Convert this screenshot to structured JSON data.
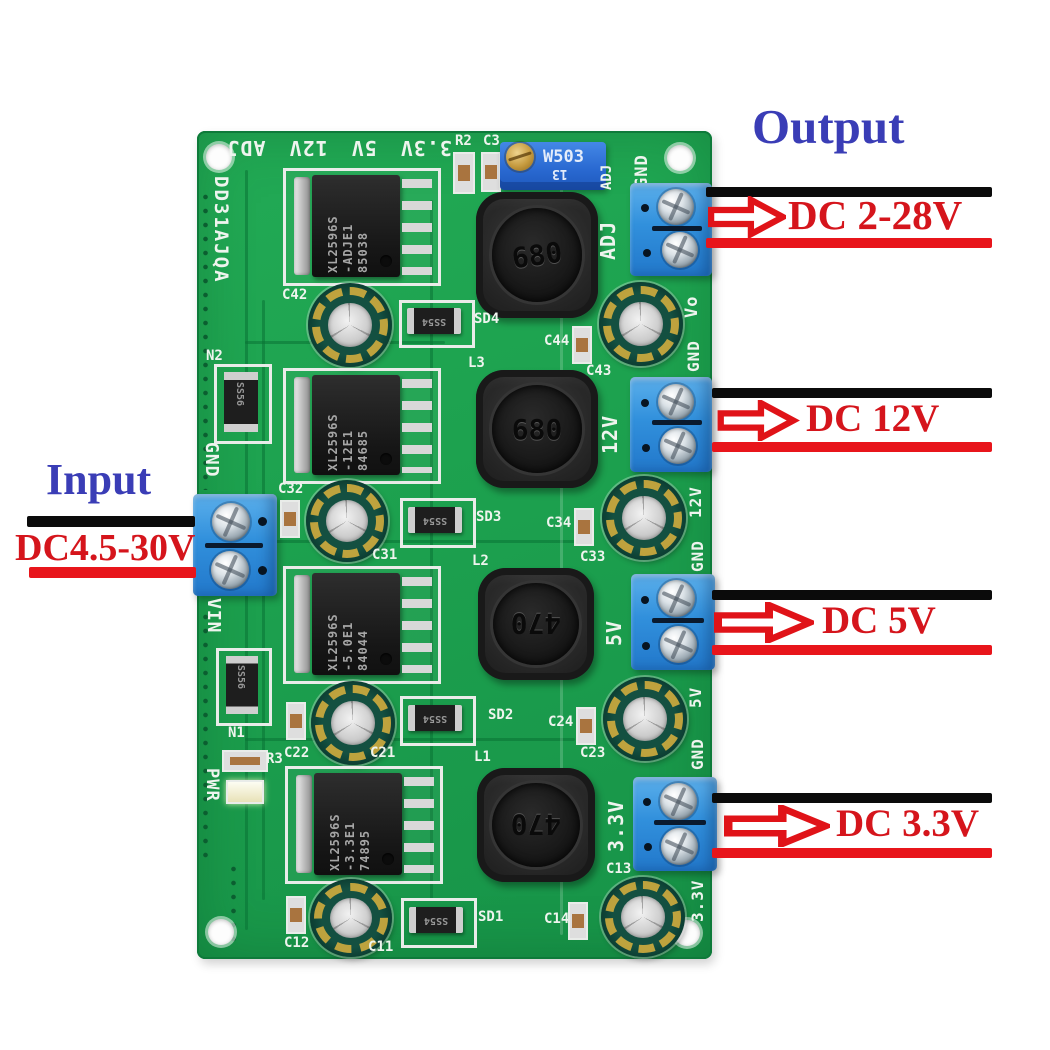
{
  "annotations": {
    "output_title": "Output",
    "input_title": "Input",
    "input_value": "DC4.5-30V",
    "outputs": [
      {
        "label": "DC 2-28V"
      },
      {
        "label": "DC 12V"
      },
      {
        "label": "DC 5V"
      },
      {
        "label": "DC 3.3V"
      }
    ],
    "colors": {
      "title_blue": "#3a3db6",
      "label_red": "#d5151c",
      "line_black": "#0b0b0b",
      "line_red": "#e8151b"
    }
  },
  "board": {
    "silkscreen_title": "DD31AJQA",
    "top_rail_text": "3.3V 5V 12V ADJ",
    "pcb_green": "#1da24f",
    "trimmer": {
      "marking": "W503",
      "sub": "13",
      "adj_small": "ADJ"
    },
    "misc": {
      "r2": "R2",
      "c3": "C3",
      "n2": "N2",
      "n1": "N1",
      "r3": "R3",
      "pwr": "PWR",
      "gnd_in": "GND",
      "vin": "VIN",
      "gnd_top": "GND",
      "n_mark": "SS56"
    },
    "channels": [
      {
        "name": "adj",
        "chip": [
          "XL2596S",
          "-ADJE1",
          "85038"
        ],
        "inductor": "680",
        "l_ref": "",
        "diode_ref": "SD4",
        "diode_mark": "SS54",
        "cap_a": "C42",
        "cap_b": "",
        "cap_c": "C44",
        "cap_d": "C43",
        "rail_terminal": "ADJ",
        "rail_out": "Vo",
        "rail_gnd": "GND"
      },
      {
        "name": "12v",
        "chip": [
          "XL2596S",
          "-12E1",
          "84685"
        ],
        "inductor": "680",
        "l_ref": "L3",
        "diode_ref": "SD3",
        "diode_mark": "SS54",
        "cap_a": "C32",
        "cap_b": "C31",
        "cap_c": "C34",
        "cap_d": "C33",
        "rail_terminal": "12V",
        "rail_out": "12V",
        "rail_gnd": "GND"
      },
      {
        "name": "5v",
        "chip": [
          "XL2596S",
          "-5.0E1",
          "84044"
        ],
        "inductor": "470",
        "l_ref": "L2",
        "diode_ref": "SD2",
        "diode_mark": "SS54",
        "cap_a": "C22",
        "cap_b": "C21",
        "cap_c": "C24",
        "cap_d": "C23",
        "rail_terminal": "5V",
        "rail_out": "5V",
        "rail_gnd": "GND"
      },
      {
        "name": "3.3v",
        "chip": [
          "XL2596S",
          "-3.3E1",
          "74895"
        ],
        "inductor": "470",
        "l_ref": "L1",
        "diode_ref": "SD1",
        "diode_mark": "SS54",
        "cap_a": "C12",
        "cap_b": "C11",
        "cap_c": "C14",
        "cap_d": "C13",
        "rail_terminal": "3.3V",
        "rail_out": "3.3V",
        "rail_gnd": ""
      }
    ]
  }
}
